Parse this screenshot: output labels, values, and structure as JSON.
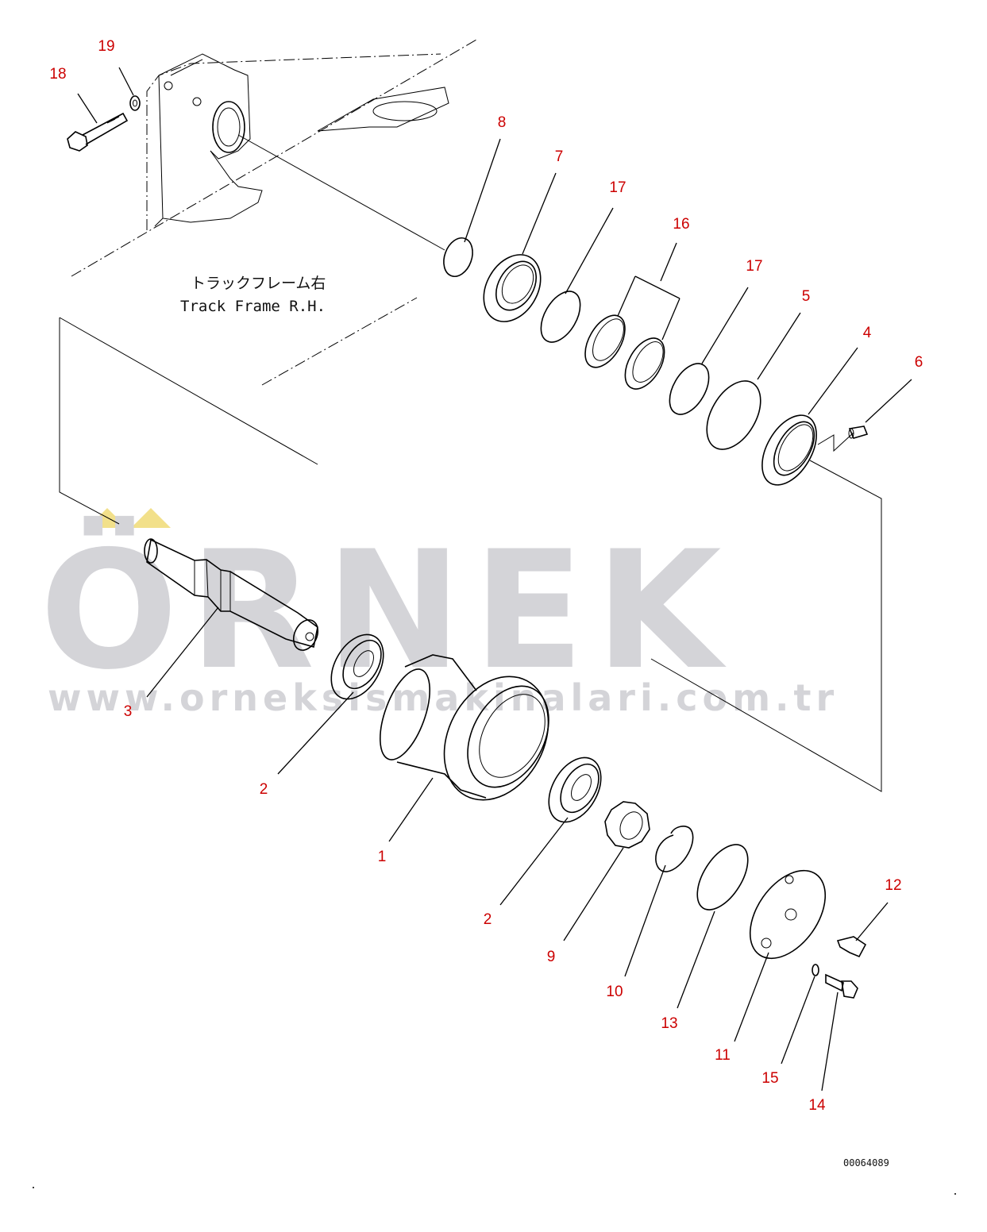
{
  "caption": {
    "japanese": "トラックフレーム右",
    "english": "Track Frame R.H."
  },
  "document_number": "00064089",
  "watermark": {
    "brand": "ÖRNEK",
    "url": "www.orneksismakinalari.com.tr"
  },
  "colors": {
    "callout_text": "#cc0000",
    "watermark": "#d4d4d8",
    "watermark_accent": "#f2e08a",
    "line_art": "#000000"
  },
  "callouts": {
    "c1": "1",
    "c2a": "2",
    "c2b": "2",
    "c3": "3",
    "c4": "4",
    "c5": "5",
    "c6": "6",
    "c7": "7",
    "c8": "8",
    "c9": "9",
    "c10": "10",
    "c11": "11",
    "c12": "12",
    "c13": "13",
    "c14": "14",
    "c15": "15",
    "c16": "16",
    "c17a": "17",
    "c17b": "17",
    "c18": "18",
    "c19": "19"
  }
}
